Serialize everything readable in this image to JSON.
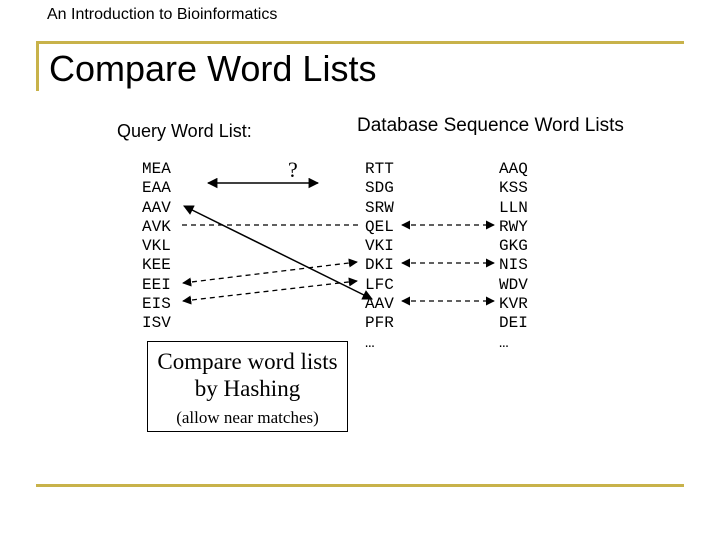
{
  "header": {
    "text": "An Introduction to Bioinformatics"
  },
  "slide": {
    "title": "Compare Word Lists"
  },
  "query": {
    "label": "Query Word List:",
    "words": [
      "MEA",
      "EAA",
      "AAV",
      "AVK",
      "VKL",
      "KEE",
      "EEI",
      "EIS",
      "ISV"
    ]
  },
  "database": {
    "label": "Database Sequence Word Lists",
    "list1": [
      "RTT",
      "SDG",
      "SRW",
      "QEL",
      "VKI",
      "DKI",
      "LFC",
      "AAV",
      "PFR",
      "…"
    ],
    "list2": [
      "AAQ",
      "KSS",
      "LLN",
      "RWY",
      "GKG",
      "NIS",
      "WDV",
      "KVR",
      "DEI",
      "…"
    ]
  },
  "question_mark": "?",
  "hash_box": {
    "line1": "Compare word lists",
    "line2": "by Hashing",
    "line3": "(allow near matches)"
  },
  "colors": {
    "accent": "#c8b24a"
  }
}
